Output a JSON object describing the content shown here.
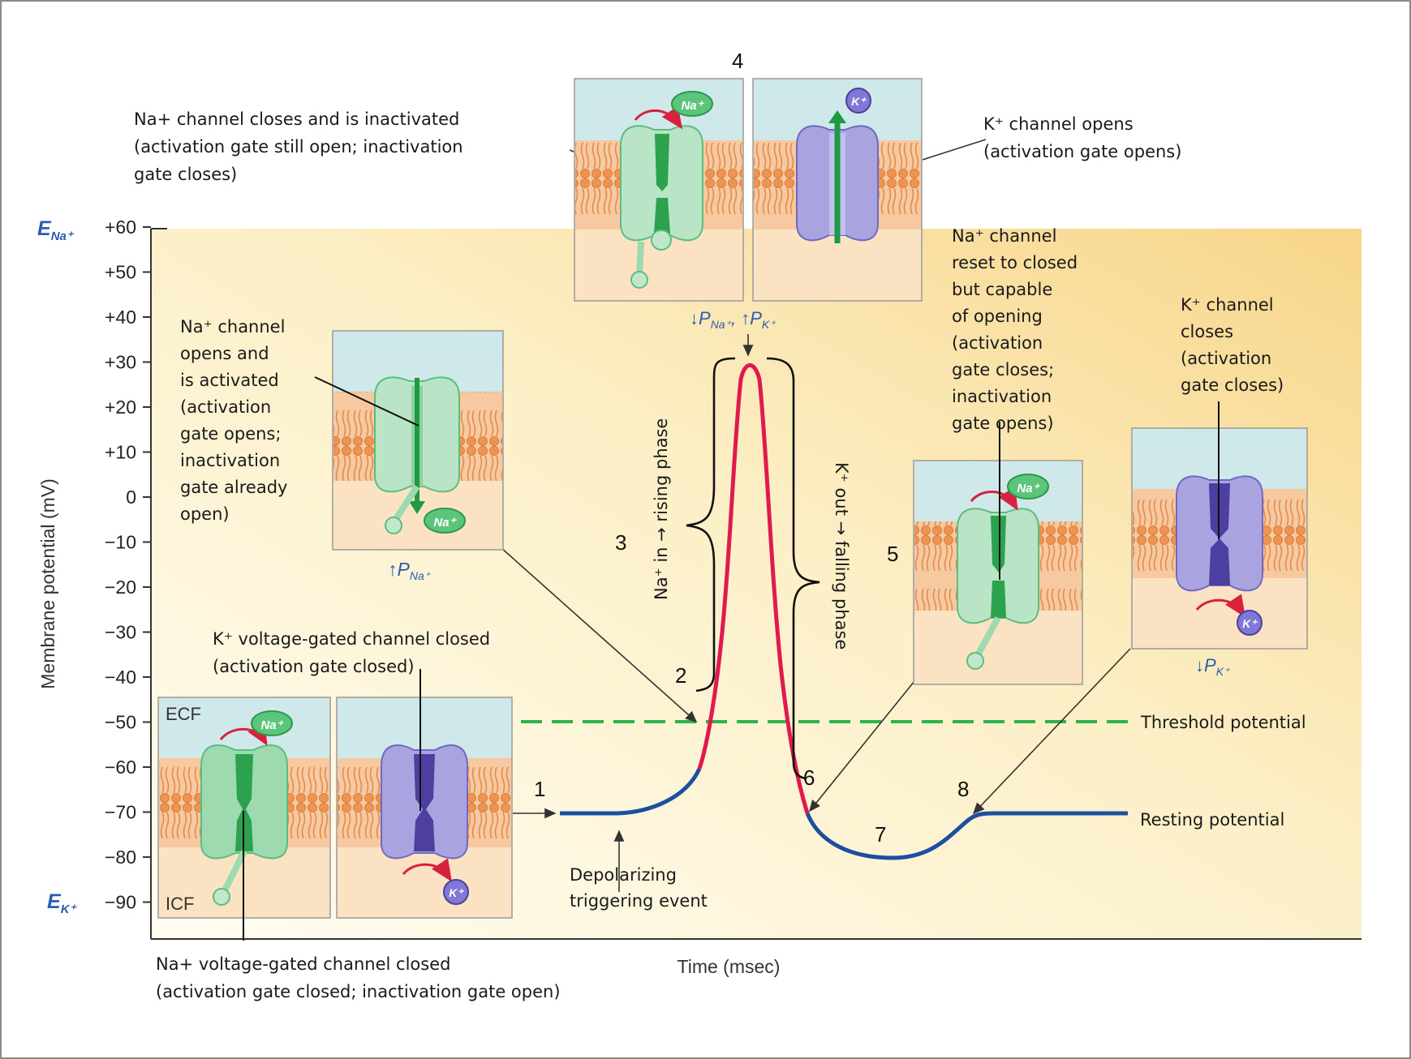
{
  "axes": {
    "y_label": "Membrane potential (mV)",
    "x_label": "Time (msec)",
    "y_ticks": [
      "+60",
      "+50",
      "+40",
      "+30",
      "+20",
      "+10",
      "0",
      "−10",
      "−20",
      "−30",
      "−40",
      "−50",
      "−60",
      "−70",
      "−80",
      "−90"
    ],
    "e_na": "E",
    "e_na_sub": "Na⁺",
    "e_k": "E",
    "e_k_sub": "K⁺"
  },
  "steps": [
    "1",
    "2",
    "3",
    "4",
    "5",
    "6",
    "7",
    "8"
  ],
  "labels": {
    "threshold": "Threshold potential",
    "resting": "Resting potential",
    "trigger": [
      "Depolarizing",
      "triggering event"
    ],
    "rising": "Na⁺ in → rising phase",
    "falling": "K⁺ out → falling phase",
    "ecf": "ECF",
    "icf": "ICF",
    "na_ion": "Na⁺",
    "k_ion": "K⁺"
  },
  "annotations": {
    "na_closed": [
      "Na+ voltage-gated channel closed",
      "(activation gate closed; inactivation  gate open)"
    ],
    "k_closed": [
      "K⁺ voltage-gated channel closed",
      "(activation gate closed)"
    ],
    "na_opens": [
      "Na⁺ channel",
      "opens and",
      "is activated",
      "(activation",
      "gate opens;",
      "inactivation",
      "gate already",
      "open)"
    ],
    "na_inactivated": [
      "Na+ channel closes and is inactivated",
      "(activation gate still open; inactivation",
      "gate closes)"
    ],
    "k_opens": [
      "K⁺ channel opens",
      "(activation gate opens)"
    ],
    "na_reset": [
      "Na⁺ channel",
      "reset to closed",
      "but capable",
      "of opening",
      "(activation",
      "gate closes;",
      "inactivation",
      "gate opens)"
    ],
    "k_closes": [
      "K⁺ channel",
      "closes",
      "(activation",
      "gate closes)"
    ]
  },
  "permeability": {
    "up_na": "↑P",
    "up_na_sub": "Na⁺",
    "peak_down": "↓P",
    "peak_down_sub": "Na⁺",
    "peak_sep": ", ↑P",
    "peak_up_sub": "K⁺",
    "down_k": "↓P",
    "down_k_sub": "K⁺"
  },
  "colors": {
    "background_gradient": [
      "#fffbe8",
      "#f8d98a"
    ],
    "curve_resting": "#1d4fa0",
    "curve_spike": "#e0194f",
    "threshold_line": "#2eb24a",
    "membrane": "#f2a56a",
    "ecf": "#cfe8ea",
    "icf": "#fbe2c2",
    "na_channel": "#9ddab0",
    "k_channel": "#a9a4e0"
  }
}
